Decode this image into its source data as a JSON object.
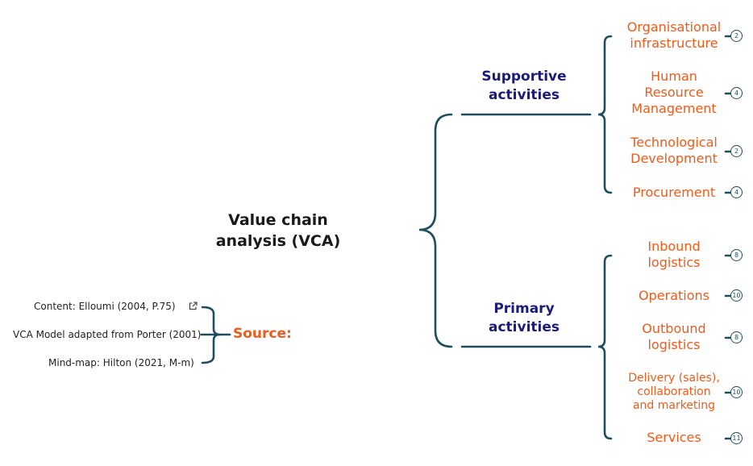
{
  "root": {
    "title": "Value chain\nanalysis (VCA)"
  },
  "branches": [
    {
      "label": "Supportive\nactivities",
      "children": [
        {
          "label": "Organisational\ninfrastructure",
          "count": "2"
        },
        {
          "label": "Human\nResource\nManagement",
          "count": "4"
        },
        {
          "label": "Technological\nDevelopment",
          "count": "2"
        },
        {
          "label": "Procurement",
          "count": "4"
        }
      ]
    },
    {
      "label": "Primary\nactivities",
      "children": [
        {
          "label": "Inbound\nlogistics",
          "count": "8"
        },
        {
          "label": "Operations",
          "count": "10"
        },
        {
          "label": "Outbound\nlogistics",
          "count": "8"
        },
        {
          "label": "Delivery (sales),\ncollaboration\nand marketing",
          "count": "10"
        },
        {
          "label": "Services",
          "count": "11"
        }
      ]
    }
  ],
  "source": {
    "title": "Source:",
    "items": [
      "Content: Elloumi (2004, P.75)",
      "VCA Model adapted from Porter (2001)",
      "Mind-map: Hilton (2021, M-m)"
    ]
  },
  "colors": {
    "line": "#1f4e5f",
    "branch": "#1b1b7a",
    "leaf": "#f05a1a"
  }
}
